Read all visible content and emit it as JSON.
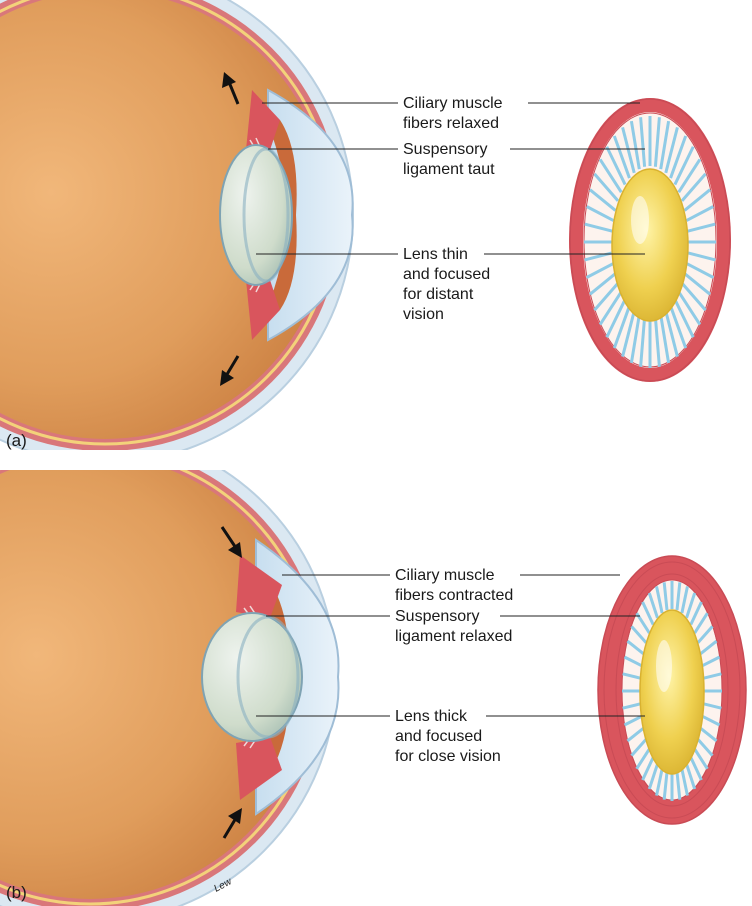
{
  "panel_a": {
    "panel_label": "(a)",
    "ciliary": [
      "Ciliary muscle",
      "fibers relaxed"
    ],
    "suspensory": [
      "Suspensory",
      "ligament taut"
    ],
    "lens": [
      "Lens thin",
      "and focused",
      "for distant",
      "vision"
    ]
  },
  "panel_b": {
    "panel_label": "(b)",
    "ciliary": [
      "Ciliary muscle",
      "fibers contracted"
    ],
    "suspensory": [
      "Suspensory",
      "ligament relaxed"
    ],
    "lens": [
      "Lens thick",
      "and focused",
      "for close vision"
    ]
  },
  "signature": "Lew",
  "colors": {
    "eyeball": "#e3a062",
    "sclera": "#dbe8f2",
    "ciliary": "#d9555d",
    "ligament": "#8fcbe6",
    "lens": "#e8d04a"
  }
}
